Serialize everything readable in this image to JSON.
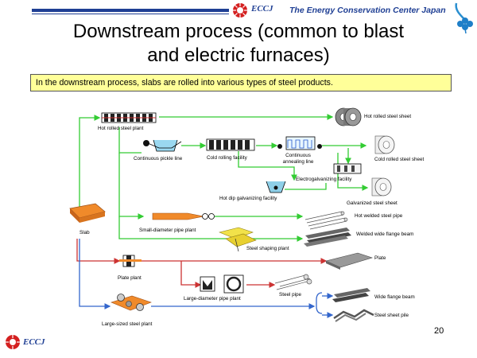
{
  "header": {
    "logo_text": "ECCJ",
    "organization": "The Energy Conservation Center Japan"
  },
  "title_line1": "Downstream process (common to blast",
  "title_line2": "and electric furnaces)",
  "banner": "In the downstream process, slabs are rolled into various types of steel products.",
  "diagram": {
    "slab": "Slab",
    "hot_rolled_plant": "Hot rolled steel plant",
    "continuous_pickle": "Continuous pickle line",
    "cold_rolling": "Cold rolling facility",
    "continuous_annealing_1": "Continuous",
    "continuous_annealing_2": "annealing line",
    "electrogalvanizing": "Electrogalvanizing facility",
    "hot_dip": "Hot dip galvanizing facility",
    "small_pipe_plant": "Small-diameter pipe plant",
    "steel_shaping": "Steel shaping plant",
    "plate_plant": "Plate plant",
    "large_pipe_plant": "Large-diameter pipe plant",
    "large_steel_plant": "Large-sized steel plant",
    "products": {
      "hot_rolled_sheet": "Hot rolled steel sheet",
      "cold_rolled_sheet": "Cold rolled steel sheet",
      "galvanized_sheet": "Galvanized steel sheet",
      "hot_welded_pipe": "Hot welded steel pipe",
      "welded_wide_flange": "Welded wide flange beam",
      "plate": "Plate",
      "steel_pipe": "Steel pipe",
      "wide_flange": "Wide flange beam",
      "sheet_pile": "Steel sheet pile"
    },
    "colors": {
      "green": "#33cc33",
      "red": "#cc3333",
      "blue": "#3366cc"
    }
  },
  "footer": {
    "logo_text": "ECCJ",
    "page_number": "20"
  }
}
